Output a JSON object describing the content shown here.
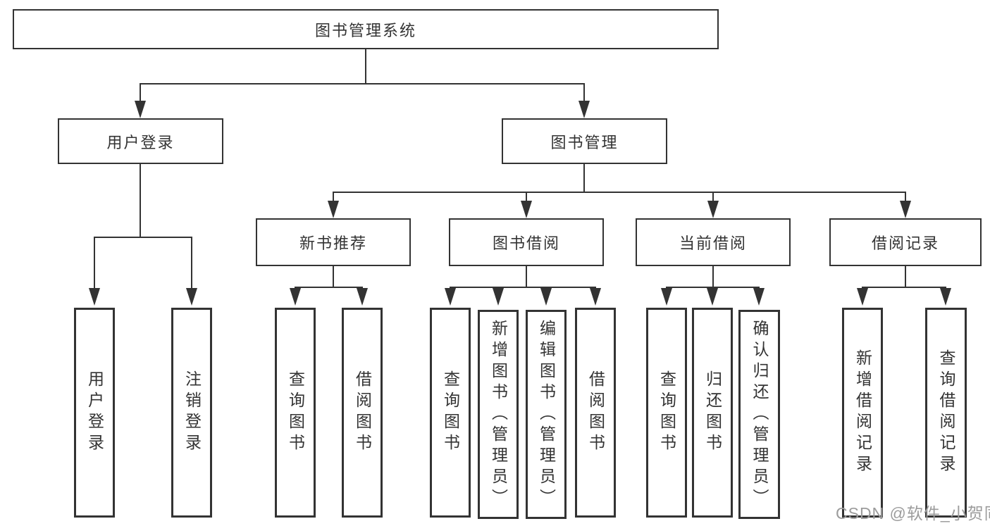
{
  "tree": {
    "label": "图书管理系统",
    "children": [
      {
        "label": "用户登录",
        "children": [
          {
            "label": "用户登录"
          },
          {
            "label": "注销登录"
          }
        ]
      },
      {
        "label": "图书管理",
        "children": [
          {
            "label": "新书推荐",
            "children": [
              {
                "label": "查询图书"
              },
              {
                "label": "借阅图书"
              }
            ]
          },
          {
            "label": "图书借阅",
            "children": [
              {
                "label": "查询图书"
              },
              {
                "label": "新增图书（管理员）"
              },
              {
                "label": "编辑图书（管理员）"
              },
              {
                "label": "借阅图书"
              }
            ]
          },
          {
            "label": "当前借阅",
            "children": [
              {
                "label": "查询图书"
              },
              {
                "label": "归还图书"
              },
              {
                "label": "确认归还（管理员）"
              }
            ]
          },
          {
            "label": "借阅记录",
            "children": [
              {
                "label": "新增借阅记录"
              },
              {
                "label": "查询借阅记录"
              }
            ]
          }
        ]
      }
    ]
  },
  "watermark": "CSDN @软件_小贺同学",
  "colors": {
    "line": "#333333",
    "box_border": "#333333",
    "text": "#333333",
    "background": "#ffffff",
    "watermark": "#9c9c9c"
  }
}
